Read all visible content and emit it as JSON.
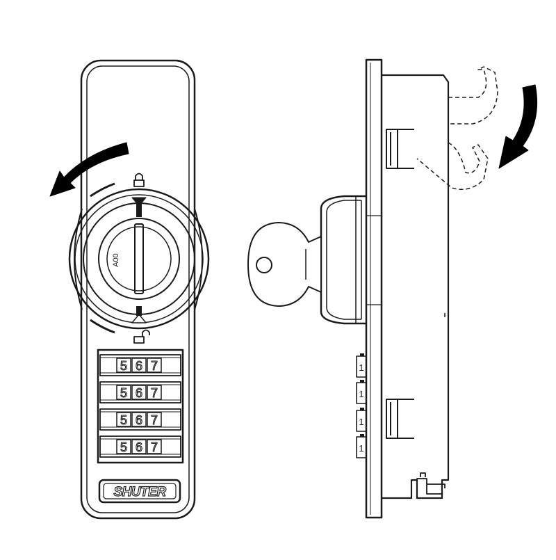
{
  "colors": {
    "ink": "#1a1a1a",
    "paper": "#ffffff",
    "arrow": "#000000"
  },
  "front_view": {
    "brand": "SHUTER",
    "key_code": "A00",
    "locked_icon": "padlock-closed-icon",
    "unlocked_icon": "padlock-open-icon",
    "dials": [
      {
        "digits": [
          "5",
          "6",
          "7"
        ]
      },
      {
        "digits": [
          "5",
          "6",
          "7"
        ]
      },
      {
        "digits": [
          "5",
          "6",
          "7"
        ]
      },
      {
        "digits": [
          "5",
          "6",
          "7"
        ]
      }
    ]
  },
  "side_view": {
    "dial_digit": "1"
  }
}
